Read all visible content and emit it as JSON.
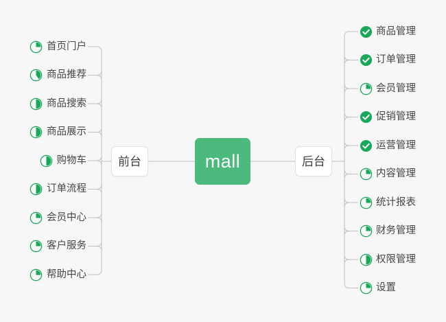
{
  "theme": {
    "background": "#f7f7f7",
    "accent_green": "#4cb97d",
    "icon_green": "#17a85a",
    "connector_gray": "#bfbfbf",
    "text_dark": "#464646",
    "node_border": "#e2e2e2",
    "node_background": "#ffffff",
    "center_text": "#ffffff"
  },
  "center": {
    "label": "mall"
  },
  "branches": [
    {
      "id": "front",
      "label": "前台",
      "side": "left",
      "items": [
        {
          "label": "首页门户",
          "icon": "pie-progress-icon",
          "progress": 25
        },
        {
          "label": "商品推荐",
          "icon": "pie-progress-icon",
          "progress": 40
        },
        {
          "label": "商品搜索",
          "icon": "pie-progress-icon",
          "progress": 50
        },
        {
          "label": "商品展示",
          "icon": "pie-progress-icon",
          "progress": 50
        },
        {
          "label": "购物车",
          "icon": "pie-progress-icon",
          "progress": 50
        },
        {
          "label": "订单流程",
          "icon": "pie-progress-icon",
          "progress": 50
        },
        {
          "label": "会员中心",
          "icon": "pie-progress-icon",
          "progress": 25
        },
        {
          "label": "客户服务",
          "icon": "pie-progress-icon",
          "progress": 25
        },
        {
          "label": "帮助中心",
          "icon": "pie-progress-icon",
          "progress": 25
        }
      ]
    },
    {
      "id": "back",
      "label": "后台",
      "side": "right",
      "items": [
        {
          "label": "商品管理",
          "icon": "check-circle-icon",
          "progress": 100
        },
        {
          "label": "订单管理",
          "icon": "check-circle-icon",
          "progress": 100
        },
        {
          "label": "会员管理",
          "icon": "pie-progress-icon",
          "progress": 25
        },
        {
          "label": "促销管理",
          "icon": "check-circle-icon",
          "progress": 100
        },
        {
          "label": "运营管理",
          "icon": "check-circle-icon",
          "progress": 100
        },
        {
          "label": "内容管理",
          "icon": "pie-progress-icon",
          "progress": 25
        },
        {
          "label": "统计报表",
          "icon": "pie-progress-icon",
          "progress": 25
        },
        {
          "label": "财务管理",
          "icon": "pie-progress-icon",
          "progress": 25
        },
        {
          "label": "权限管理",
          "icon": "pie-progress-icon",
          "progress": 50
        },
        {
          "label": "设置",
          "icon": "pie-progress-icon",
          "progress": 25
        }
      ]
    }
  ]
}
